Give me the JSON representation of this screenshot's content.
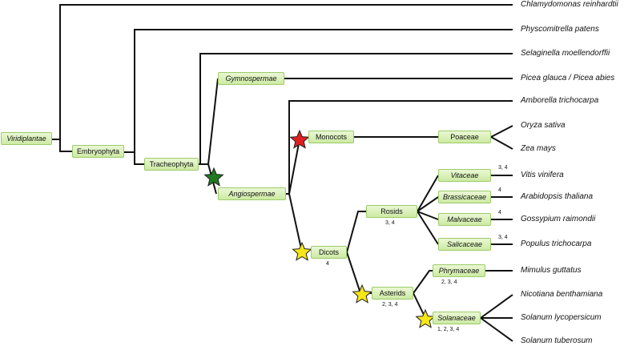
{
  "colors": {
    "node_fill_top": "#eaf7d4",
    "node_fill_bottom": "#cdeaa3",
    "node_border": "#9ccc6a",
    "star_green": "#1f7a1f",
    "star_red": "#e02020",
    "star_yellow": "#f5e617"
  },
  "nodes": {
    "viridiplantae": "Viridiplantae",
    "embryophyta": "Embryophyta",
    "tracheophyta": "Tracheophyta",
    "gymnospermae": "Gymnospermae",
    "angiospermae": "Angiospermae",
    "monocots": "Monocots",
    "poaceae": "Poaceae",
    "dicots": "Dicots",
    "rosids": "Rosids",
    "vitaceae": "Vitaceae",
    "brassicaceae": "Brassicaceae",
    "malvaceae": "Malvaceae",
    "salicaceae": "Salicaceae",
    "asterids": "Asterids",
    "phrymaceae": "Phrymaceae",
    "solanaceae": "Solanaceae"
  },
  "leaves": {
    "chlamydomonas": "Chlamydomonas reinhardtii",
    "physcomitrella": "Physcomitrella patens",
    "selaginella": "Selaginella moellendorffii",
    "picea": "Picea glauca / Picea abies",
    "amborella": "Amborella trichocarpa",
    "oryza": "Oryza sativa",
    "zea": "Zea mays",
    "vitis": "Vitis vinifera",
    "arabidopsis": "Arabidopsis thaliana",
    "gossypium": "Gossypium raimondii",
    "populus": "Populus trichocarpa",
    "mimulus": "Mimulus guttatus",
    "nicotiana": "Nicotiana benthamiana",
    "solanum_lyc": "Solanum lycopersicum",
    "solanum_tub": "Solanum tuberosum"
  },
  "annotations": {
    "vitaceae": "3, 4",
    "brassicaceae": "4",
    "malvaceae": "4",
    "salicaceae": "3, 4",
    "rosids": "3, 4",
    "dicots": "4",
    "phrymaceae": "2, 3, 4",
    "asterids": "2, 3, 4",
    "solanaceae": "1, 2, 3, 4"
  },
  "stars": [
    {
      "name": "angiospermae-star-icon",
      "color": "green"
    },
    {
      "name": "monocots-star-icon",
      "color": "red"
    },
    {
      "name": "dicots-star-icon",
      "color": "yellow"
    },
    {
      "name": "asterids-star-icon",
      "color": "yellow"
    },
    {
      "name": "solanaceae-star-icon",
      "color": "yellow"
    }
  ]
}
